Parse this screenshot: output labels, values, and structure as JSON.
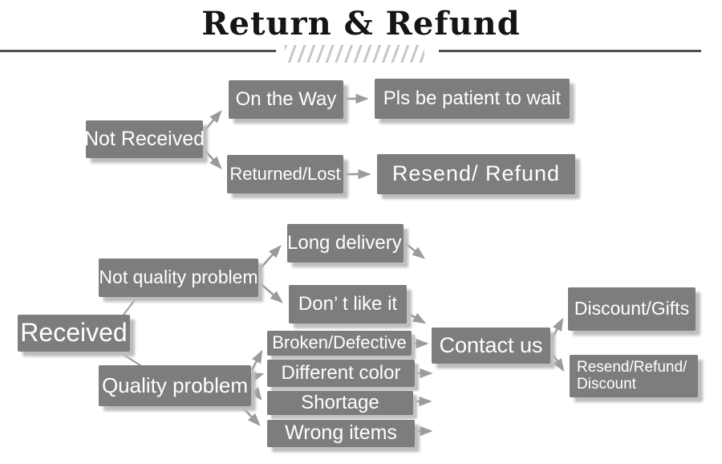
{
  "header": {
    "title": "Return & Refund"
  },
  "nodes": {
    "not_received": "Not Received",
    "on_the_way": "On the Way",
    "pls_wait": "Pls be patient to wait",
    "returned_lost": "Returned/Lost",
    "resend_refund": "Resend/ Refund",
    "received": "Received",
    "not_quality_problem": "Not quality problem",
    "quality_problem": "Quality problem",
    "long_delivery": "Long delivery",
    "dont_like_it": "Don’ t like it",
    "broken_defective": "Broken/Defective",
    "different_color": "Different color",
    "shortage": "Shortage",
    "wrong_items": "Wrong items",
    "contact_us": "Contact us",
    "discount_gifts": "Discount/Gifts",
    "resend_refund_discount_line1": "Resend/Refund/",
    "resend_refund_discount_line2": "Discount"
  },
  "colors": {
    "box_fill": "#7d7d7d",
    "box_text": "#ffffff",
    "box_shadow": "#bdbdbd",
    "arrow": "#9b9b9b",
    "title_text": "#151515",
    "header_rule": "#4e4e4e",
    "hatch": "#c7c7c7"
  }
}
